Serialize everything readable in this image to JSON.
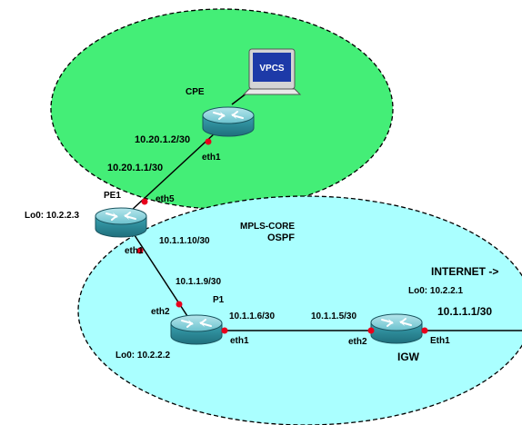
{
  "colors": {
    "customer_zone": "#44ee77",
    "core_zone": "#aaffff",
    "router_body": "#2f8e9c",
    "router_top": "#8fd3dc",
    "port_dot": "#e8001c",
    "link": "#000000"
  },
  "zones": {
    "core_name": "MPLS-CORE",
    "core_protocol": "OSPF"
  },
  "devices": {
    "vpcs": {
      "name": "VPCS",
      "icon": "laptop-icon"
    },
    "cpe": {
      "name": "CPE",
      "icon": "router-icon"
    },
    "pe1": {
      "name": "PE1",
      "icon": "router-icon",
      "loopback": "Lo0: 10.2.2.3"
    },
    "p1": {
      "name": "P1",
      "icon": "router-icon",
      "loopback": "Lo0: 10.2.2.2"
    },
    "igw": {
      "name": "IGW",
      "icon": "router-icon",
      "loopback": "Lo0: 10.2.2.1"
    }
  },
  "links": {
    "cpe_pe1": {
      "cpe_ip": "10.20.1.2/30",
      "cpe_if": "eth1",
      "pe1_ip": "10.20.1.1/30",
      "pe1_if": "eth5"
    },
    "pe1_p1": {
      "pe1_ip": "10.1.1.10/30",
      "pe1_if": "eth1",
      "p1_ip": "10.1.1.9/30",
      "p1_if": "eth2"
    },
    "p1_igw": {
      "p1_ip": "10.1.1.6/30",
      "p1_if": "eth1",
      "igw_ip": "10.1.1.5/30",
      "igw_if": "eth2"
    },
    "igw_internet": {
      "igw_if": "Eth1",
      "igw_ip": "10.1.1.1/30",
      "label": "INTERNET ->"
    }
  }
}
